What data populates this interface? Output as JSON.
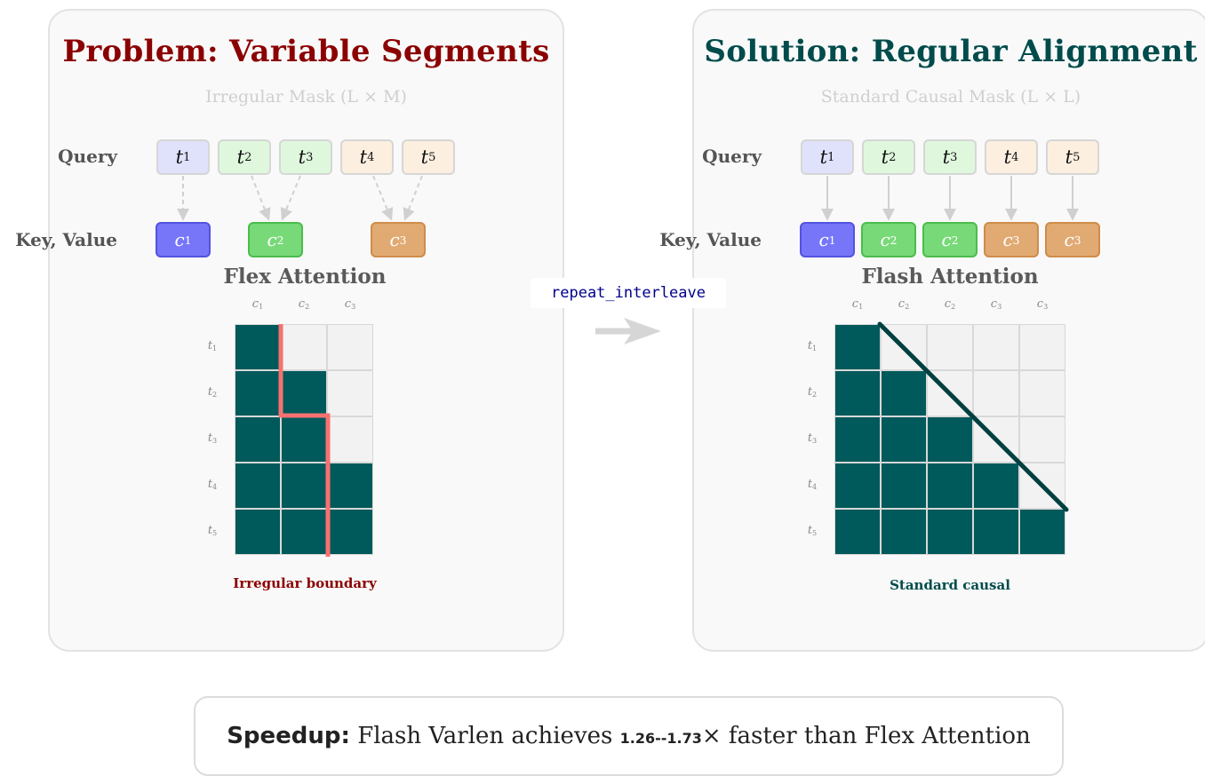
{
  "left_panel": {
    "title": "Problem: Variable Segments",
    "subtitle": "Irregular Mask (L × M)",
    "query_label": "Query",
    "kv_label": "Key, Value",
    "query_tokens": [
      {
        "base": "t",
        "sub": "1",
        "group": 0
      },
      {
        "base": "t",
        "sub": "2",
        "group": 1
      },
      {
        "base": "t",
        "sub": "3",
        "group": 1
      },
      {
        "base": "t",
        "sub": "4",
        "group": 2
      },
      {
        "base": "t",
        "sub": "5",
        "group": 2
      }
    ],
    "kv_tokens": [
      {
        "base": "c",
        "sub": "1",
        "group": 0
      },
      {
        "base": "c",
        "sub": "2",
        "group": 1
      },
      {
        "base": "c",
        "sub": "3",
        "group": 2
      }
    ],
    "matrix_title": "Flex Attention",
    "col_labels": [
      "c1",
      "c2",
      "c3"
    ],
    "row_labels": [
      "t1",
      "t2",
      "t3",
      "t4",
      "t5"
    ],
    "mask": [
      [
        1,
        0,
        0
      ],
      [
        1,
        1,
        0
      ],
      [
        1,
        1,
        0
      ],
      [
        1,
        1,
        1
      ],
      [
        1,
        1,
        1
      ]
    ],
    "caption": "Irregular boundary"
  },
  "right_panel": {
    "title": "Solution: Regular Alignment",
    "subtitle": "Standard Causal Mask (L × L)",
    "query_label": "Query",
    "kv_label": "Key, Value",
    "query_tokens": [
      {
        "base": "t",
        "sub": "1",
        "group": 0
      },
      {
        "base": "t",
        "sub": "2",
        "group": 1
      },
      {
        "base": "t",
        "sub": "3",
        "group": 1
      },
      {
        "base": "t",
        "sub": "4",
        "group": 2
      },
      {
        "base": "t",
        "sub": "5",
        "group": 2
      }
    ],
    "kv_tokens": [
      {
        "base": "c",
        "sub": "1",
        "group": 0
      },
      {
        "base": "c",
        "sub": "2",
        "group": 1
      },
      {
        "base": "c",
        "sub": "2",
        "group": 1
      },
      {
        "base": "c",
        "sub": "3",
        "group": 2
      },
      {
        "base": "c",
        "sub": "3",
        "group": 2
      }
    ],
    "matrix_title": "Flash Attention",
    "col_labels": [
      "c1",
      "c2",
      "c2",
      "c3",
      "c3"
    ],
    "row_labels": [
      "t1",
      "t2",
      "t3",
      "t4",
      "t5"
    ],
    "mask": [
      [
        1,
        0,
        0,
        0,
        0
      ],
      [
        1,
        1,
        0,
        0,
        0
      ],
      [
        1,
        1,
        1,
        0,
        0
      ],
      [
        1,
        1,
        1,
        1,
        0
      ],
      [
        1,
        1,
        1,
        1,
        1
      ]
    ],
    "caption": "Standard causal"
  },
  "bridge": {
    "label": "repeat_interleave"
  },
  "speedup": {
    "lead": "Speedup:",
    "middle": "Flash Varlen achieves",
    "value": "1.26--1.73",
    "times": "×",
    "tail": "faster than Flex Attention"
  },
  "colors": {
    "problem_title": "#8b0000",
    "solution_title": "#004b4b",
    "mask_on": "#00595a",
    "mask_off": "#f2f2f2",
    "irregular_boundary": "#f87171",
    "causal_boundary": "#004040",
    "arrow_gray": "#d0d0d0"
  }
}
